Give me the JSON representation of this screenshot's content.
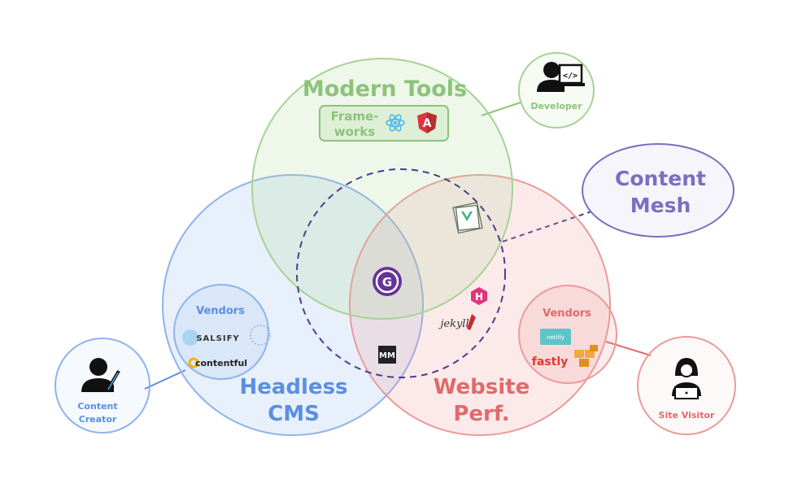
{
  "colors": {
    "green": "#8cc37a",
    "green_fill": "rgba(170,215,150,0.20)",
    "blue": "#5a8fe0",
    "blue_fill": "rgba(140,180,235,0.20)",
    "red": "#e06a6a",
    "red_fill": "rgba(240,150,150,0.20)",
    "purple": "#7a6fc0",
    "purple_fill": "rgba(210,200,240,0.18)",
    "dash": "#4a3d8f"
  },
  "modern_tools": {
    "title": "Modern Tools",
    "frameworks_line1": "Frame-",
    "frameworks_line2": "works"
  },
  "headless_cms": {
    "title_line1": "Headless",
    "title_line2": "CMS",
    "vendors_label": "Vendors",
    "vendor1": "SALSIFY",
    "vendor2": "contentful"
  },
  "website_perf": {
    "title_line1": "Website",
    "title_line2": "Perf.",
    "vendors_label": "Vendors",
    "vendor1": "netlify",
    "vendor2": "fastly"
  },
  "content_mesh": {
    "line1": "Content",
    "line2": "Mesh"
  },
  "developer": {
    "label": "Developer",
    "code_glyph": "</>"
  },
  "content_creator": {
    "line1": "Content",
    "line2": "Creator"
  },
  "site_visitor": {
    "label": "Site Visitor"
  },
  "logos": {
    "gatsby": "G",
    "hexo": "H",
    "jekyll": "jekyll",
    "middleman": "MM",
    "react": "react-icon",
    "angular": "A"
  }
}
